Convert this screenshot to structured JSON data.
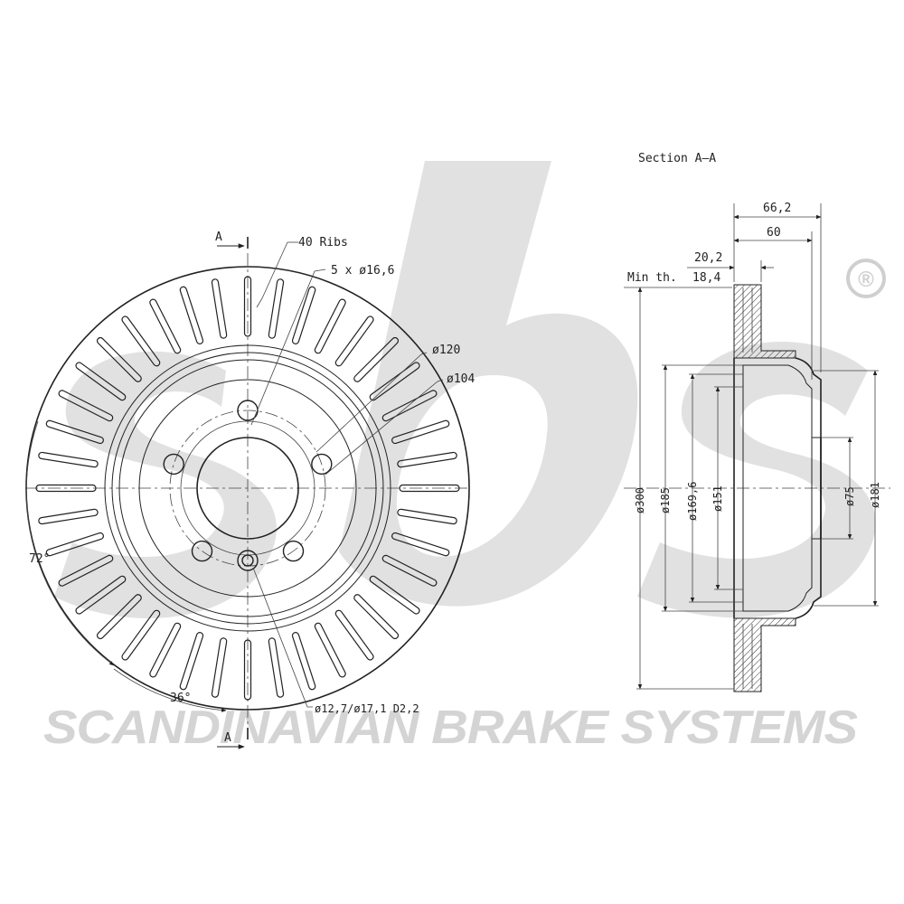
{
  "watermark": {
    "logo_text": "sbs",
    "registered_mark": "®",
    "tagline": "SCANDINAVIAN BRAKE SYSTEMS"
  },
  "front_view": {
    "section_marker": "A",
    "labels": {
      "ribs": "40 Ribs",
      "holes": "5 x ø16,6",
      "d120": "ø120",
      "d104": "ø104",
      "angle72": "72°",
      "angle36": "36°",
      "bolt": "ø12,7/ø17,1 D2,2"
    }
  },
  "section_view": {
    "title": "Section A–A",
    "dims": {
      "overall": "66,2",
      "height": "60",
      "thickness": "20,2",
      "min_label": "Min th.",
      "min_value": "18,4",
      "d300": "ø300",
      "d185": "ø185",
      "d169": "ø169,6",
      "d151": "ø151",
      "d75": "ø75",
      "d181": "ø181"
    }
  }
}
